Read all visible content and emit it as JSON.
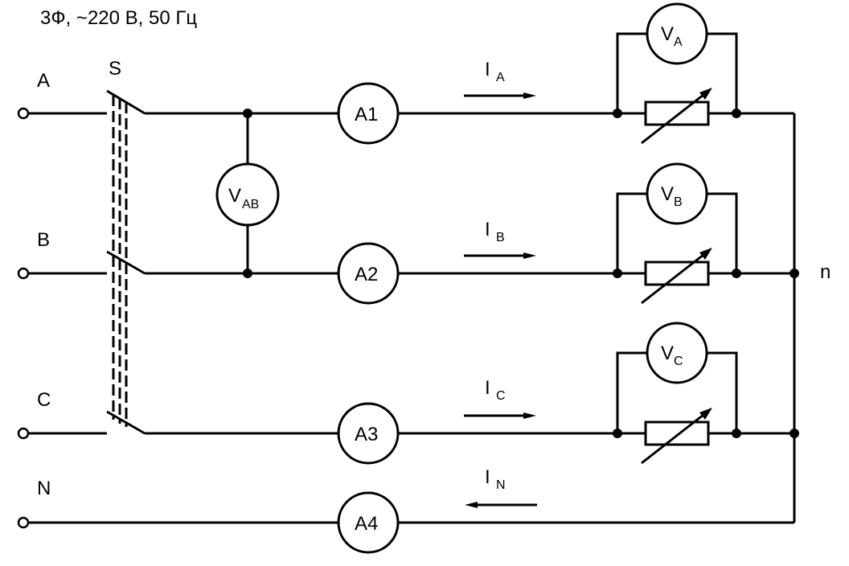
{
  "supply": "3Ф, ~220 В, 50 Гц",
  "switch": "S",
  "neutral_point": "n",
  "phases": [
    {
      "name": "A",
      "ammeter": "A1",
      "current_main": "I",
      "current_sub": "A",
      "volt_main": "V",
      "volt_sub": "A"
    },
    {
      "name": "B",
      "ammeter": "A2",
      "current_main": "I",
      "current_sub": "B",
      "volt_main": "V",
      "volt_sub": "B"
    },
    {
      "name": "C",
      "ammeter": "A3",
      "current_main": "I",
      "current_sub": "C",
      "volt_main": "V",
      "volt_sub": "C"
    }
  ],
  "neutral": {
    "name": "N",
    "ammeter": "A4",
    "current_main": "I",
    "current_sub": "N"
  },
  "line_voltmeter": {
    "main": "V",
    "sub": "AB"
  }
}
